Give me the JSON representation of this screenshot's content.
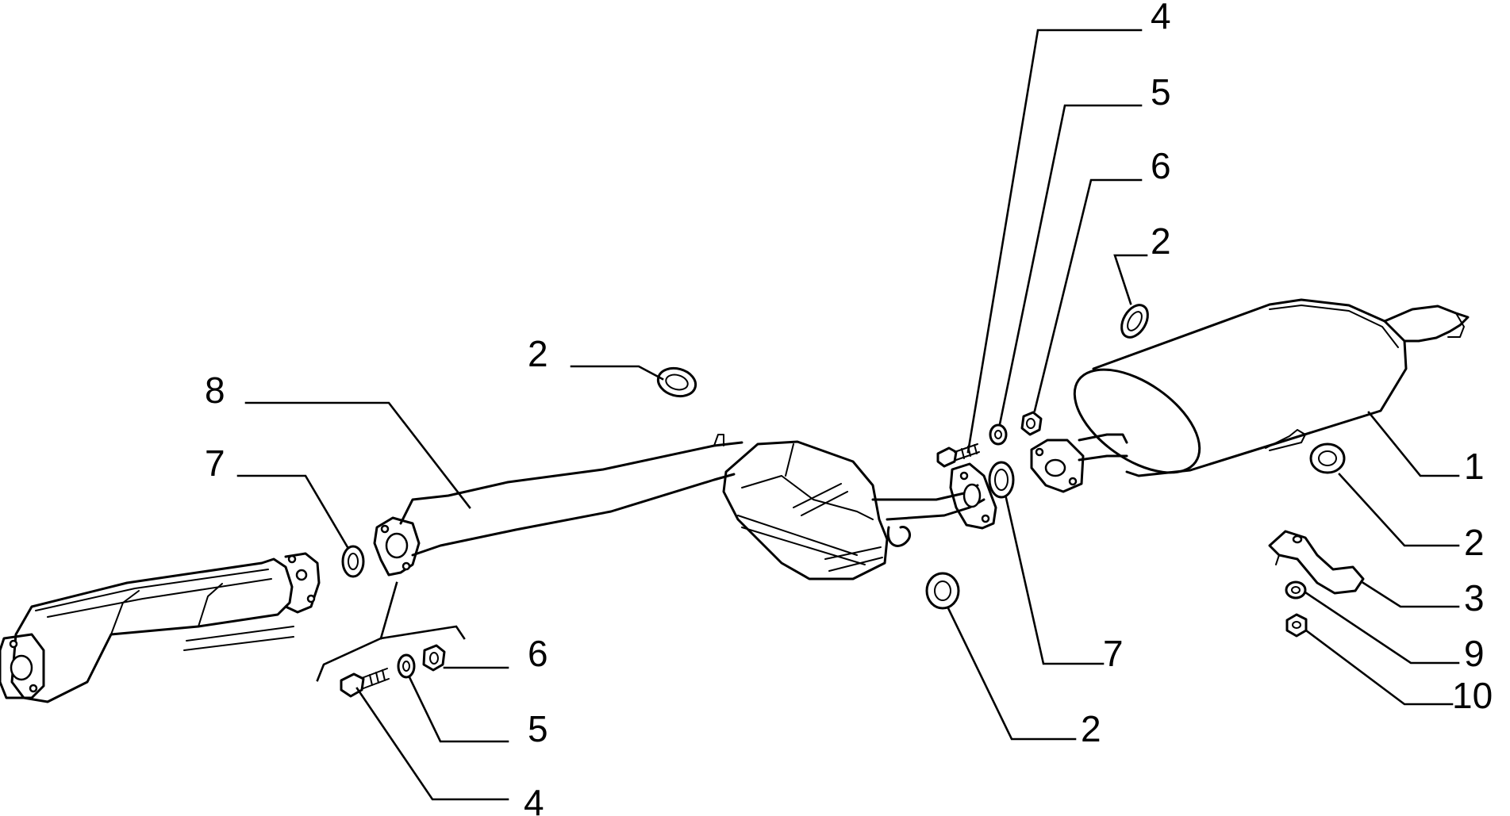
{
  "diagram": {
    "title": "",
    "parts": [
      {
        "id": "muffler",
        "callout": "1"
      },
      {
        "id": "seal-ring",
        "callout": "2"
      },
      {
        "id": "bracket",
        "callout": "3"
      },
      {
        "id": "bolt",
        "callout": "4"
      },
      {
        "id": "washer",
        "callout": "5"
      },
      {
        "id": "nut",
        "callout": "6"
      },
      {
        "id": "gasket",
        "callout": "7"
      },
      {
        "id": "front-pipe",
        "callout": "8"
      },
      {
        "id": "small-washer",
        "callout": "9"
      },
      {
        "id": "small-nut",
        "callout": "10"
      }
    ]
  },
  "callouts": {
    "label_1": "1",
    "label_2_top_center": "2",
    "label_2_top_right": "2",
    "label_2_right": "2",
    "label_2_bottom": "2",
    "label_3": "3",
    "label_4_top": "4",
    "label_4_bottom": "4",
    "label_5_top": "5",
    "label_5_bottom": "5",
    "label_6_top": "6",
    "label_6_bottom": "6",
    "label_7_left": "7",
    "label_7_right": "7",
    "label_8": "8",
    "label_9": "9",
    "label_10": "10"
  }
}
